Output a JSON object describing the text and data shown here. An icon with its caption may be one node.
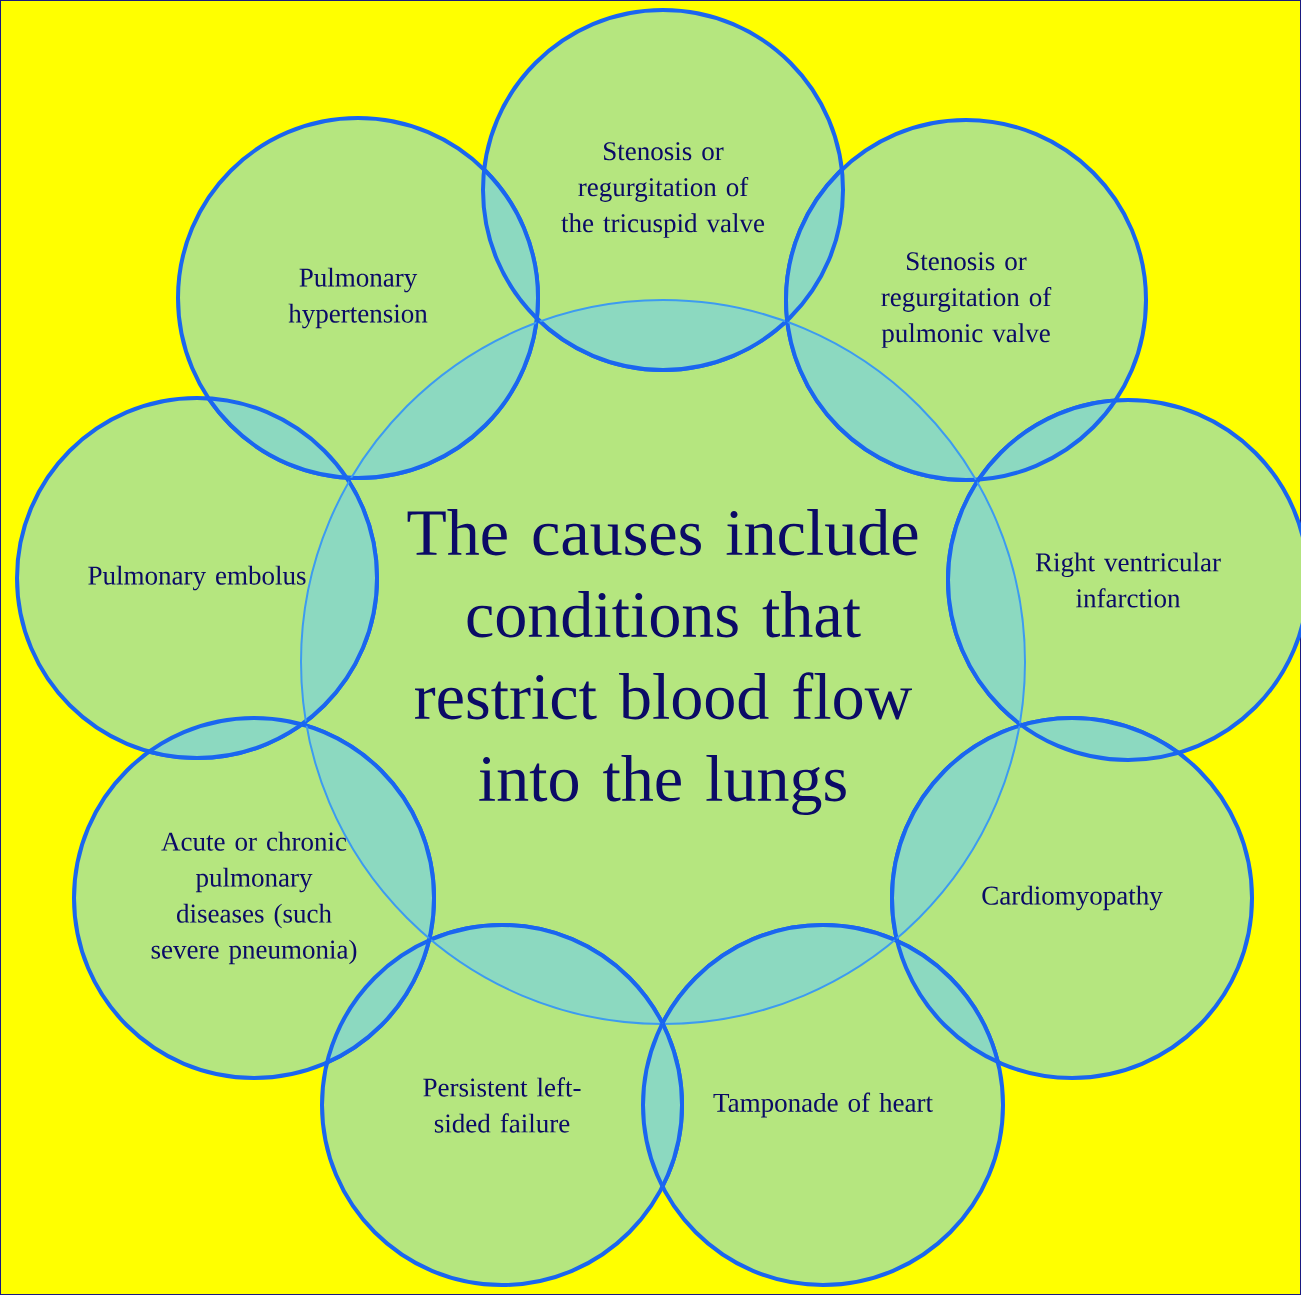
{
  "diagram": {
    "nodes": [
      {
        "text": [
          "The causes include conditions that restrict blood flow into the lungs"
        ]
      },
      {
        "text": [
          "Stenosis or regurgitation of the tricuspid valve"
        ]
      },
      {
        "text": [
          "Stenosis or regurgitation of pulmonic valve"
        ]
      },
      {
        "text": [
          "Right ventricular infarction"
        ]
      },
      {
        "text": [
          "Cardiomyopathy"
        ]
      },
      {
        "text": [
          "Tamponade of heart"
        ]
      },
      {
        "text": [
          "Persistent left-sided failure"
        ]
      },
      {
        "text": [
          "Acute or chronic pulmonary diseases (such severe pneumonia)"
        ]
      },
      {
        "text": [
          "Pulmonary embolus"
        ]
      },
      {
        "text": [
          "Pulmonary hypertension"
        ]
      }
    ]
  }
}
